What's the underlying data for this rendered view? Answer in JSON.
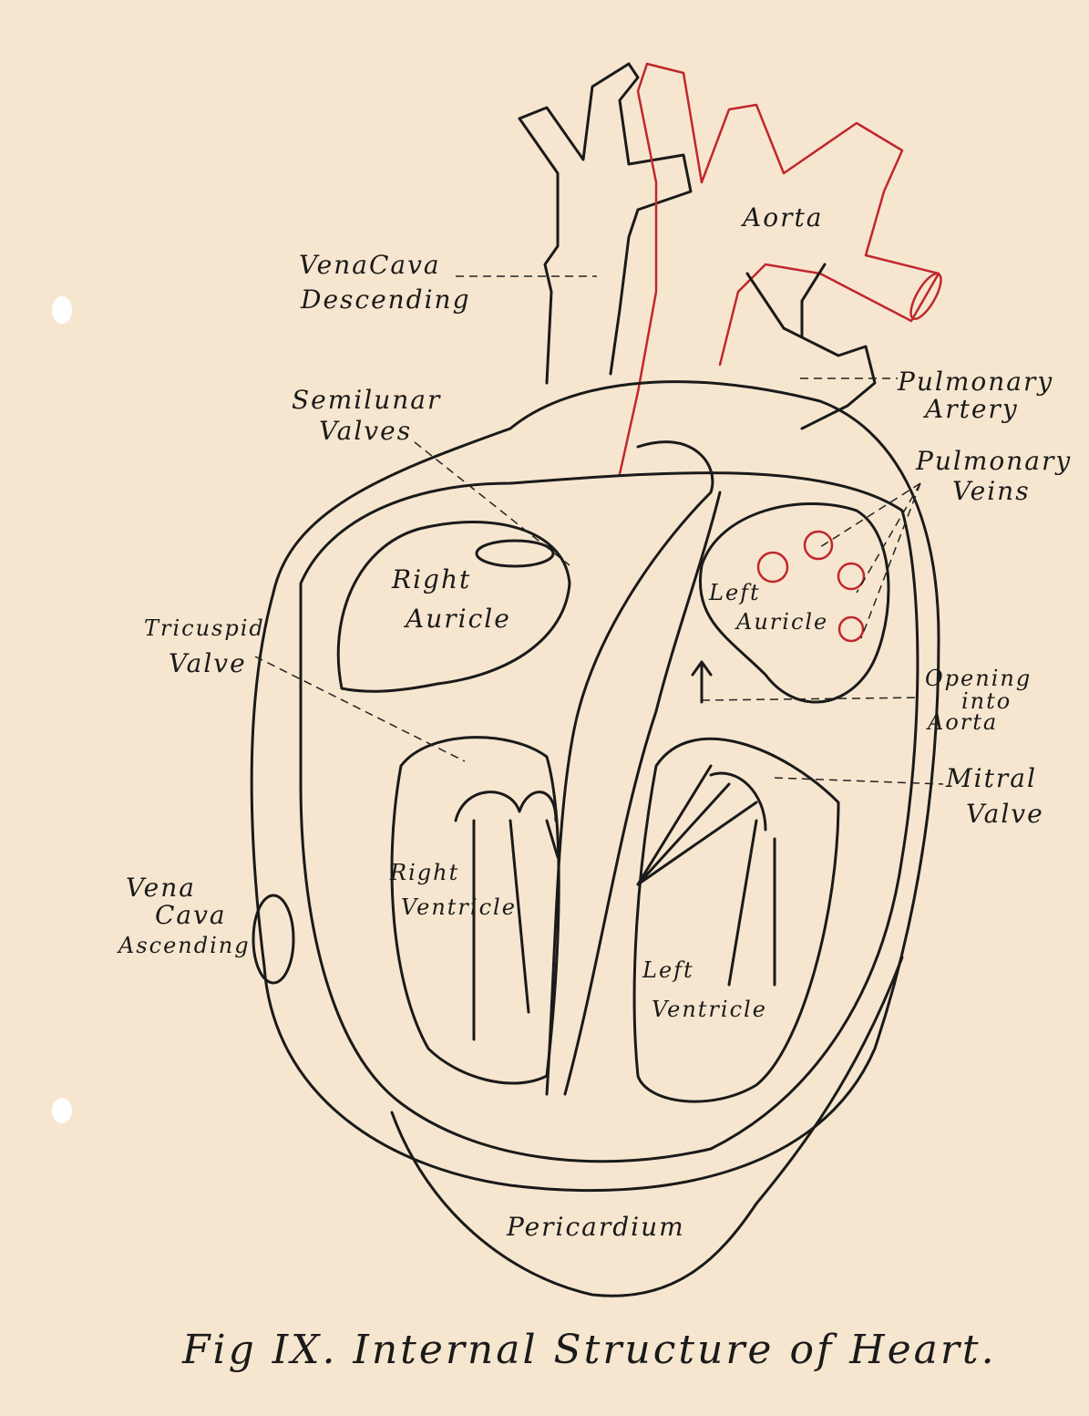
{
  "labels": {
    "aorta": "Aorta",
    "vena_cava_descending": [
      "VenaCava",
      "Descending"
    ],
    "pulmonary_artery": [
      "Pulmonary",
      "Artery"
    ],
    "semilunar_valves": [
      "Semilunar",
      "Valves"
    ],
    "pulmonary_veins": [
      "Pulmonary",
      "Veins"
    ],
    "right_auricle": [
      "Right",
      "Auricle"
    ],
    "left_auricle": [
      "Left",
      "Auricle"
    ],
    "tricuspid_valve": [
      "Tricuspid",
      "Valve"
    ],
    "opening_into_aorta": [
      "Opening",
      "into",
      "Aorta"
    ],
    "mitral_valve": [
      "Mitral",
      "Valve"
    ],
    "right_ventricle": [
      "Right",
      "Ventricle"
    ],
    "vena_cava_ascending": [
      "Vena",
      "Cava",
      "Ascending"
    ],
    "left_ventricle": [
      "Left",
      "Ventricle"
    ],
    "pericardium": "Pericardium"
  },
  "caption": "Fig IX. Internal Structure of Heart.",
  "colors": {
    "paper": "#f7e6cf",
    "ink": "#1a1a1a",
    "artery_red": "#c0272d"
  }
}
